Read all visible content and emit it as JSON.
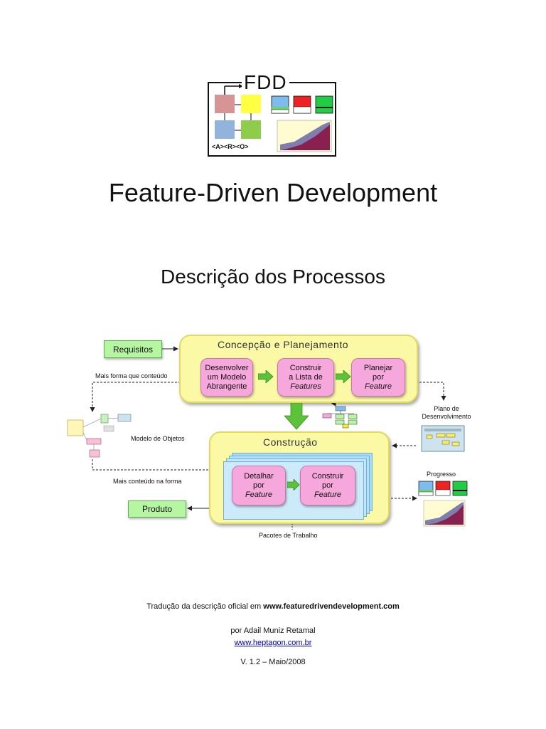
{
  "logo": {
    "label": "FDD",
    "tag": "<A><R><O>"
  },
  "title": "Feature-Driven Development",
  "subtitle": "Descrição dos Processos",
  "diagram": {
    "requisitos": "Requisitos",
    "concepcao_title": "Concepção e Planejamento",
    "proc1": [
      "Desenvolver",
      "um Modelo",
      "Abrangente"
    ],
    "proc2": [
      "Construir",
      "a Lista de",
      "Features"
    ],
    "proc3": [
      "Planejar",
      "por",
      "Feature"
    ],
    "mais_forma": "Mais forma que conteúdo",
    "plano_desenvolvimento": [
      "Plano de",
      "Desenvolvimento"
    ],
    "modelo_objetos": "Modelo de Objetos",
    "construcao_title": "Construção",
    "proc4": [
      "Detalhar",
      "por",
      "Feature"
    ],
    "proc5": [
      "Construir",
      "por",
      "Feature"
    ],
    "progresso": "Progresso",
    "mais_conteudo": "Mais conteúdo na forma",
    "produto": "Produto",
    "pacotes": "Pacotes de Trabalho"
  },
  "footer": {
    "traducao_prefix": "Tradução da descrição oficial em ",
    "traducao_site": "www.featuredrivendevelopment.com",
    "autor": "por Adail Muniz Retamal",
    "autor_site": "www.heptagon.com.br",
    "versao": "V. 1.2 – Maio/2008"
  },
  "colors": {
    "pill_bg": "#fbf9a6",
    "proc_bg": "#f6a8dc",
    "green": "#b6f5a2",
    "link": "#0000cc"
  }
}
